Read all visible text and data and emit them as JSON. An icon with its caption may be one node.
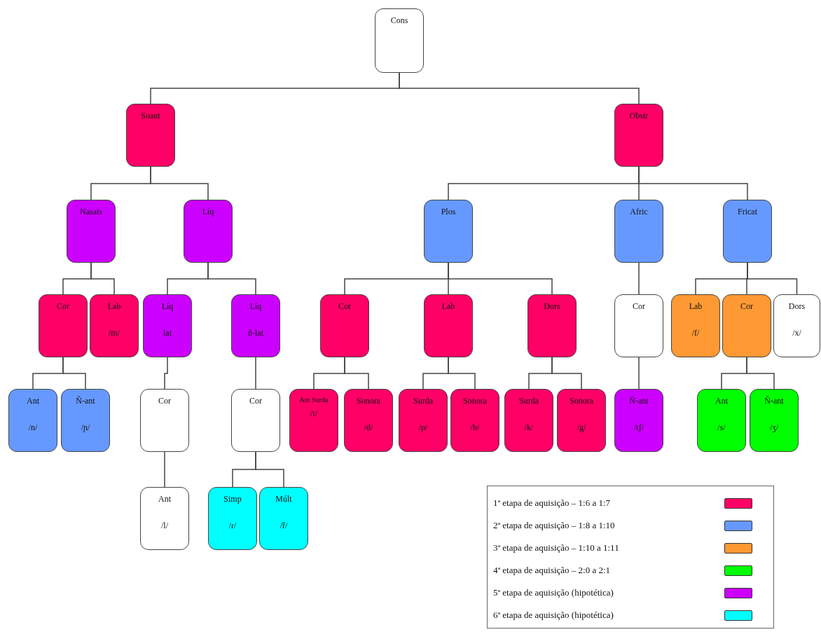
{
  "diagram": {
    "nodes": [
      {
        "text": [
          "Cons"
        ]
      },
      {
        "text": [
          "Soant"
        ]
      },
      {
        "text": [
          "Obstr"
        ]
      },
      {
        "text": [
          "Nasais"
        ]
      },
      {
        "text": [
          "Líq"
        ]
      },
      {
        "text": [
          "Plos"
        ]
      },
      {
        "text": [
          "Afric"
        ]
      },
      {
        "text": [
          "Fricat"
        ]
      },
      {
        "text": [
          "Cor"
        ]
      },
      {
        "text": [
          "Lab",
          "/m/"
        ]
      },
      {
        "text": [
          "Líq",
          "lat"
        ]
      },
      {
        "text": [
          "Líq",
          "ñ-lat"
        ]
      },
      {
        "text": [
          "Cor"
        ]
      },
      {
        "text": [
          "Lab"
        ]
      },
      {
        "text": [
          "Dors"
        ]
      },
      {
        "text": [
          "Cor"
        ]
      },
      {
        "text": [
          "Lab",
          "/f/"
        ]
      },
      {
        "text": [
          "Cor"
        ]
      },
      {
        "text": [
          "Dors",
          "/x/"
        ]
      },
      {
        "text": [
          "Ant",
          "/n/"
        ]
      },
      {
        "text": [
          "Ñ-ant",
          "/ɲ/"
        ]
      },
      {
        "text": [
          "Cor"
        ]
      },
      {
        "text": [
          "Cor"
        ]
      },
      {
        "text": [
          "Ant Surda",
          "/t/"
        ]
      },
      {
        "text": [
          "Sonora",
          "/d/"
        ]
      },
      {
        "text": [
          "Surda",
          "/p/"
        ]
      },
      {
        "text": [
          "Sonora",
          "/b/"
        ]
      },
      {
        "text": [
          "Surda",
          "/k/"
        ]
      },
      {
        "text": [
          "Sonora",
          "/g/"
        ]
      },
      {
        "text": [
          "Ñ-ant",
          "/tʃ/"
        ]
      },
      {
        "text": [
          "Ant",
          "/s/"
        ]
      },
      {
        "text": [
          "Ñ-ant",
          "/ʒ/"
        ]
      },
      {
        "text": [
          "Ant",
          "/l/"
        ]
      },
      {
        "text": [
          "Simp",
          "/ɾ/"
        ]
      },
      {
        "text": [
          "Múlt",
          "/ř/"
        ]
      }
    ],
    "edges": [
      {
        "from": 0,
        "to": 1,
        "arrow": "none"
      },
      {
        "from": 0,
        "to": 2,
        "arrow": "none"
      },
      {
        "from": 1,
        "to": 3,
        "arrow": "none"
      },
      {
        "from": 1,
        "to": 4,
        "arrow": "none"
      },
      {
        "from": 2,
        "to": 5,
        "arrow": "none"
      },
      {
        "from": 2,
        "to": 6,
        "arrow": "none"
      },
      {
        "from": 2,
        "to": 7,
        "arrow": "none"
      },
      {
        "from": 3,
        "to": 8,
        "arrow": "none"
      },
      {
        "from": 3,
        "to": 9,
        "arrow": "none"
      },
      {
        "from": 4,
        "to": 10,
        "arrow": "none"
      },
      {
        "from": 4,
        "to": 11,
        "arrow": "none"
      },
      {
        "from": 5,
        "to": 12,
        "arrow": "none"
      },
      {
        "from": 5,
        "to": 13,
        "arrow": "none"
      },
      {
        "from": 5,
        "to": 14,
        "arrow": "none"
      },
      {
        "from": 6,
        "to": 15,
        "arrow": "none"
      },
      {
        "from": 7,
        "to": 16,
        "arrow": "none"
      },
      {
        "from": 7,
        "to": 17,
        "arrow": "none"
      },
      {
        "from": 7,
        "to": 18,
        "arrow": "none"
      },
      {
        "from": 8,
        "to": 19,
        "arrow": "none"
      },
      {
        "from": 8,
        "to": 20,
        "arrow": "none"
      },
      {
        "from": 10,
        "to": 21,
        "arrow": "none"
      },
      {
        "from": 11,
        "to": 22,
        "arrow": "none"
      },
      {
        "from": 12,
        "to": 23,
        "arrow": "none"
      },
      {
        "from": 12,
        "to": 24,
        "arrow": "none"
      },
      {
        "from": 13,
        "to": 25,
        "arrow": "none"
      },
      {
        "from": 13,
        "to": 26,
        "arrow": "none"
      },
      {
        "from": 14,
        "to": 27,
        "arrow": "none"
      },
      {
        "from": 14,
        "to": 28,
        "arrow": "none"
      },
      {
        "from": 15,
        "to": 29,
        "arrow": "none"
      },
      {
        "from": 17,
        "to": 30,
        "arrow": "none"
      },
      {
        "from": 17,
        "to": 31,
        "arrow": "none"
      },
      {
        "from": 21,
        "to": 32,
        "arrow": "none"
      },
      {
        "from": 22,
        "to": 33,
        "arrow": "none"
      },
      {
        "from": 22,
        "to": 34,
        "arrow": "none"
      }
    ],
    "legend": [
      {
        "text": "1ª etapa de aquisição – 1:6 a 1:7",
        "color": "#ff0066"
      },
      {
        "text": "2ª etapa de aquisição – 1:8 a 1:10",
        "color": "#6699ff"
      },
      {
        "text": "3ª etapa de aquisição – 1:10 a 1:11",
        "color": "#ff9933"
      },
      {
        "text": "4ª etapa de aquisição – 2:0 a 2:1",
        "color": "#00ff00"
      },
      {
        "text": "5ª etapa de aquisição (hipotética)",
        "color": "#cc00ff"
      },
      {
        "text": "6ª etapa de aquisição (hipotética)",
        "color": "#00ffff"
      }
    ]
  }
}
